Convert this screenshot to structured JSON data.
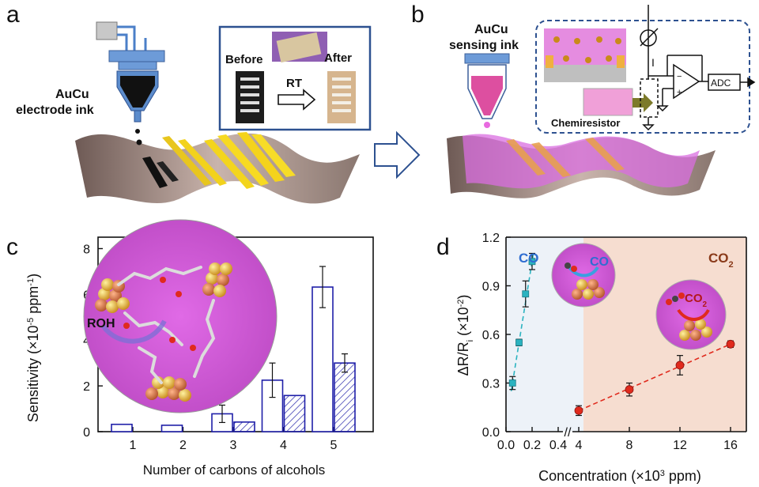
{
  "panel_labels": {
    "a": "a",
    "b": "b",
    "c": "c",
    "d": "d"
  },
  "panel_a": {
    "ink_label_line1": "AuCu",
    "ink_label_line2": "electrode ink",
    "inset_before": "Before",
    "inset_after": "After",
    "inset_rt": "RT"
  },
  "panel_b": {
    "ink_label_line1": "AuCu",
    "ink_label_line2": "sensing ink",
    "current_label": "I",
    "adc_label": "ADC",
    "chemiresistor_label": "Chemiresistor"
  },
  "panel_c": {
    "roh_label": "ROH",
    "chart_data": {
      "type": "bar",
      "categories": [
        "1",
        "2",
        "3",
        "4",
        "5"
      ],
      "series": [
        {
          "values": [
            0.32,
            0.28,
            0.78,
            2.25,
            6.32
          ],
          "errors": [
            0.0,
            0.0,
            0.38,
            0.75,
            0.9
          ],
          "fill": "open"
        },
        {
          "values": [
            null,
            null,
            0.42,
            1.58,
            3.0
          ],
          "errors": [
            0,
            0,
            0,
            0,
            0.4
          ],
          "fill": "hatched"
        }
      ],
      "xlabel": "Number of carbons of alcohols",
      "ylabel_main": "Sensitivity (×10",
      "ylabel_exp1": "-5",
      "ylabel_mid": " ppm",
      "ylabel_exp2": "-1",
      "ylabel_end": ")",
      "ylim": [
        0,
        8.5
      ],
      "yticks": [
        "0",
        "2",
        "4",
        "6",
        "8"
      ],
      "color": "#1f1fa8"
    }
  },
  "panel_d": {
    "chart_data": {
      "type": "scatter",
      "series": [
        {
          "name": "CO",
          "x": [
            0.05,
            0.1,
            0.15,
            0.2
          ],
          "y": [
            0.3,
            0.55,
            0.85,
            1.05
          ],
          "err": [
            0.04,
            0.02,
            0.08,
            0.05
          ],
          "color": "#2bb3c0"
        },
        {
          "name": "CO2",
          "x": [
            4,
            8,
            12,
            16
          ],
          "y": [
            0.13,
            0.26,
            0.41,
            0.54
          ],
          "err": [
            0.03,
            0.04,
            0.06,
            0.02
          ],
          "color": "#e02a1d"
        }
      ],
      "xlabel": "Concentration (×10",
      "xlabel_exp": "3",
      "xlabel_end": " ppm)",
      "ylabel_main": "ΔR/R",
      "ylabel_sub": "i",
      "ylabel_paren": " (×10",
      "ylabel_exp": "-2",
      "ylabel_end": ")",
      "ylim": [
        0.0,
        1.2
      ],
      "yticks": [
        "0.0",
        "0.3",
        "0.6",
        "0.9",
        "1.2"
      ],
      "xticks_left": [
        "0.0",
        "0.2",
        "0.4"
      ],
      "xticks_right": [
        "4",
        "8",
        "12",
        "16"
      ],
      "axis_break": "//"
    },
    "co_label_region": "CO",
    "co2_label_region": "CO",
    "co2_sub": "2",
    "co_bubble": "CO",
    "co2_bubble": "CO",
    "co2_bubble_sub": "2"
  }
}
